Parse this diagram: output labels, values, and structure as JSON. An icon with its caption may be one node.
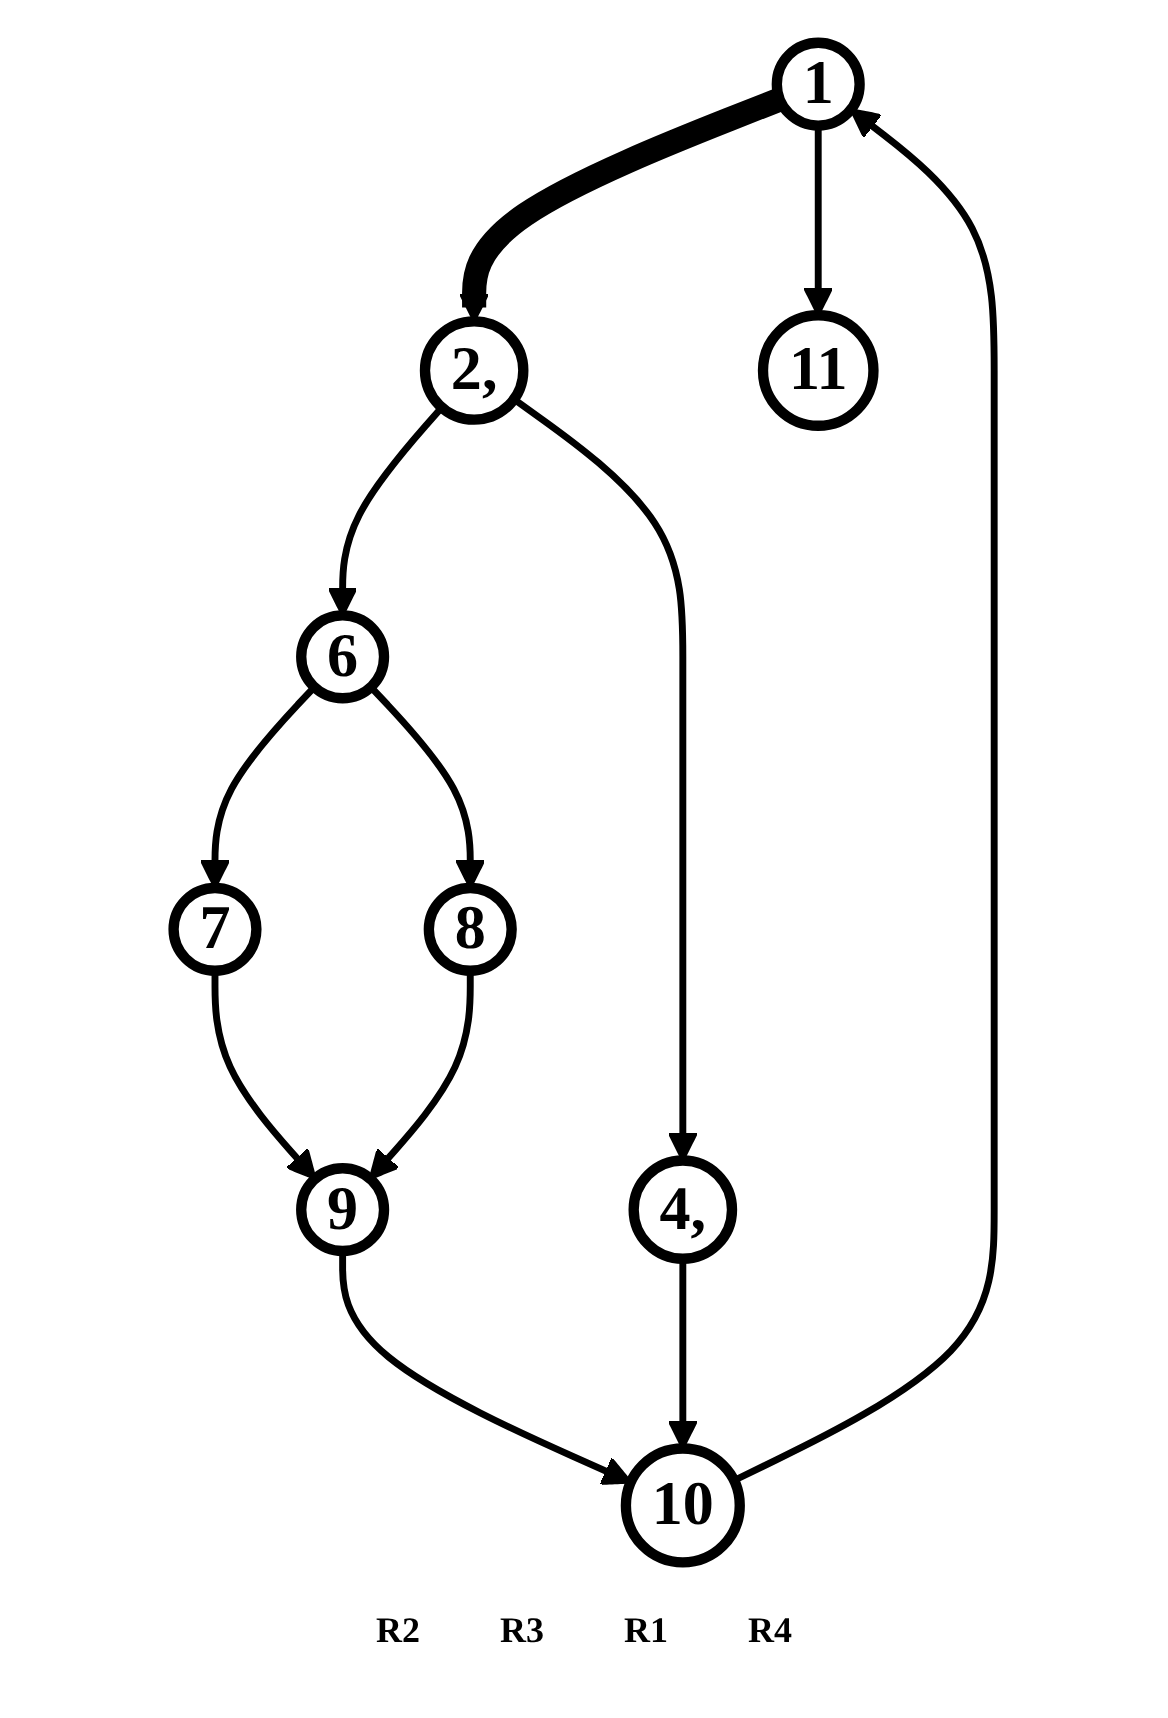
{
  "diagram": {
    "nodes": [
      {
        "text": [
          "1"
        ]
      },
      {
        "text": [
          "2,"
        ]
      },
      {
        "text": [
          "4,"
        ]
      },
      {
        "text": [
          "6"
        ]
      },
      {
        "text": [
          "7"
        ]
      },
      {
        "text": [
          "8"
        ]
      },
      {
        "text": [
          "9"
        ]
      },
      {
        "text": [
          "10"
        ]
      },
      {
        "text": [
          "11"
        ]
      }
    ],
    "edges": [
      {
        "from": 0,
        "to": 1,
        "arrow": "to",
        "style": "thick"
      },
      {
        "from": 0,
        "to": 8,
        "arrow": "to"
      },
      {
        "from": 1,
        "to": 3,
        "arrow": "to"
      },
      {
        "from": 1,
        "to": 2,
        "arrow": "to"
      },
      {
        "from": 3,
        "to": 4,
        "arrow": "to"
      },
      {
        "from": 3,
        "to": 5,
        "arrow": "to"
      },
      {
        "from": 4,
        "to": 6,
        "arrow": "to"
      },
      {
        "from": 5,
        "to": 6,
        "arrow": "to"
      },
      {
        "from": 6,
        "to": 7,
        "arrow": "to"
      },
      {
        "from": 2,
        "to": 7,
        "arrow": "to"
      },
      {
        "from": 7,
        "to": 0,
        "arrow": "to"
      }
    ],
    "labels": [
      "R2",
      "R3",
      "R1",
      "R4"
    ]
  }
}
